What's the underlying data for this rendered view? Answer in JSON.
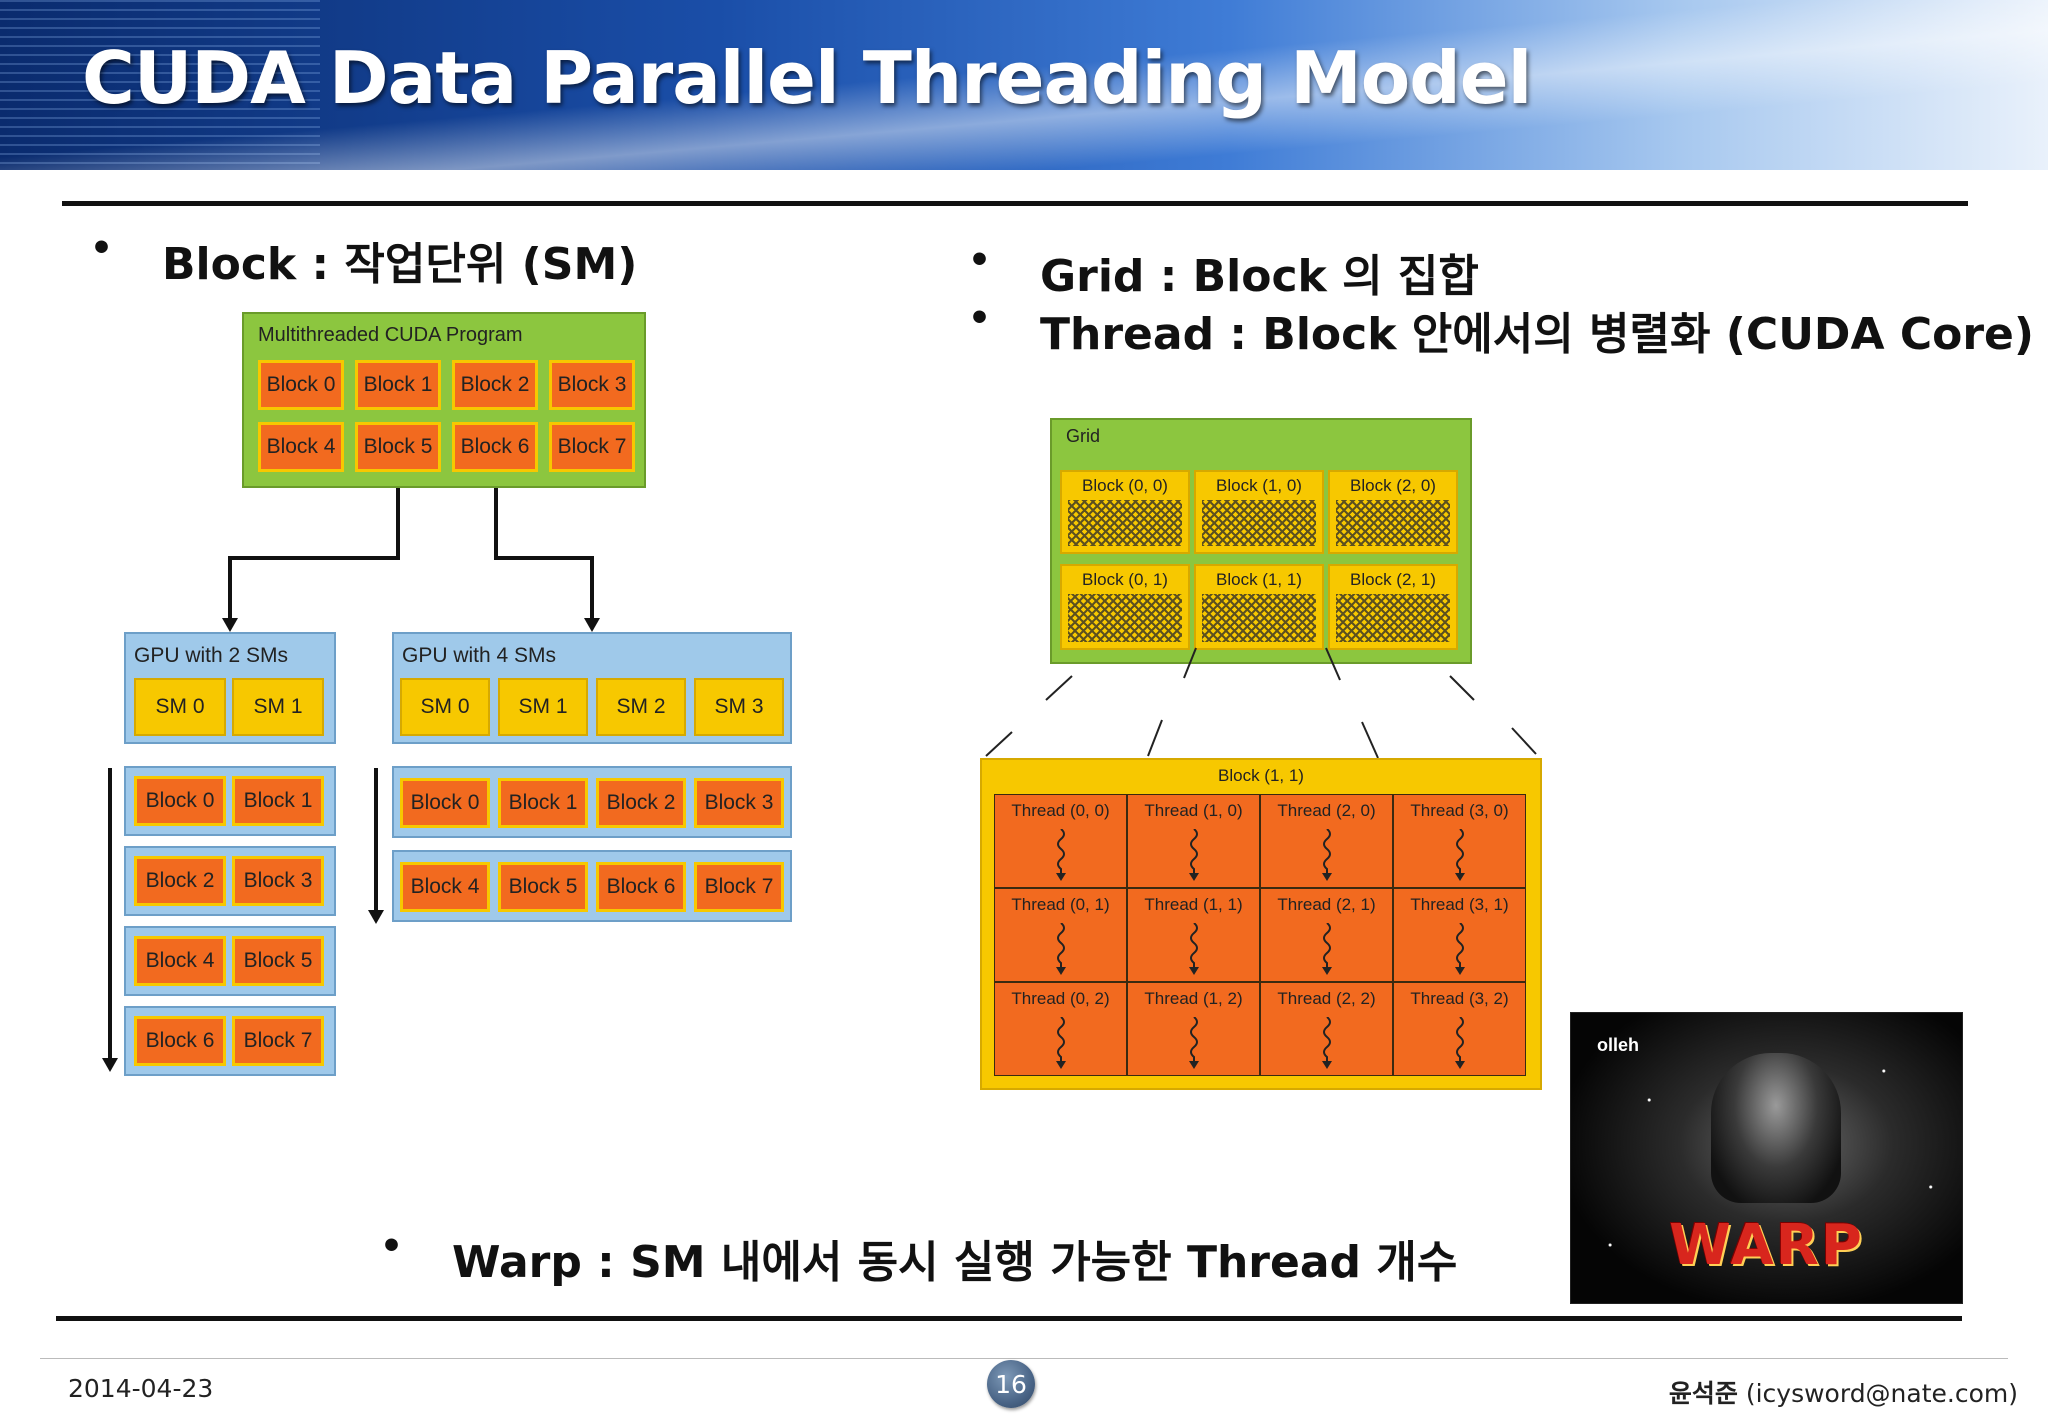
{
  "slide": {
    "title": "CUDA Data Parallel Threading Model",
    "page_number": "16",
    "date": "2014-04-23",
    "author_name": "윤석준",
    "author_email": "(icysword@nate.com)"
  },
  "bullets": {
    "block": "Block : 작업단위 (SM)",
    "grid": "Grid : Block 의 집합",
    "thread": "Thread : Block 안에서의 병렬화 (CUDA Core)",
    "warp": "Warp : SM 내에서 동시 실행 가능한 Thread 개수",
    "dot": "•"
  },
  "program_diagram": {
    "program_label": "Multithreaded CUDA Program",
    "program_blocks": [
      "Block 0",
      "Block 1",
      "Block 2",
      "Block 3",
      "Block 4",
      "Block 5",
      "Block 6",
      "Block 7"
    ],
    "gpu2": {
      "label": "GPU with 2 SMs",
      "sms": [
        "SM 0",
        "SM 1"
      ],
      "rows": [
        [
          "Block 0",
          "Block 1"
        ],
        [
          "Block 2",
          "Block 3"
        ],
        [
          "Block 4",
          "Block 5"
        ],
        [
          "Block 6",
          "Block 7"
        ]
      ]
    },
    "gpu4": {
      "label": "GPU with 4 SMs",
      "sms": [
        "SM 0",
        "SM 1",
        "SM 2",
        "SM 3"
      ],
      "rows": [
        [
          "Block 0",
          "Block 1",
          "Block 2",
          "Block 3"
        ],
        [
          "Block 4",
          "Block 5",
          "Block 6",
          "Block 7"
        ]
      ]
    }
  },
  "grid_diagram": {
    "grid_label": "Grid",
    "blocks": [
      "Block (0, 0)",
      "Block (1, 0)",
      "Block (2, 0)",
      "Block (0, 1)",
      "Block (1, 1)",
      "Block (2, 1)"
    ],
    "zoom_label": "Block (1, 1)",
    "threads": [
      "Thread (0, 0)",
      "Thread (1, 0)",
      "Thread (2, 0)",
      "Thread (3, 0)",
      "Thread (0, 1)",
      "Thread (1, 1)",
      "Thread (2, 1)",
      "Thread (3, 1)",
      "Thread (0, 2)",
      "Thread (1, 2)",
      "Thread (2, 2)",
      "Thread (3, 2)"
    ]
  },
  "photo": {
    "brand": "olleh",
    "caption": "WARP"
  },
  "colors": {
    "green": "#8cc63f",
    "blue": "#9fc9ea",
    "orange": "#f26a1f",
    "yellow": "#f7c800"
  }
}
